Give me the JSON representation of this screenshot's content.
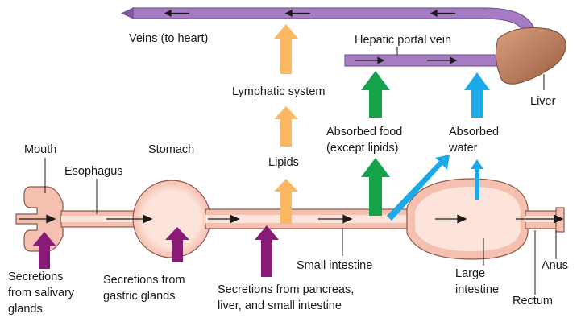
{
  "labels": {
    "veins": "Veins (to heart)",
    "hepatic_portal_vein": "Hepatic portal vein",
    "liver": "Liver",
    "lymphatic_system": "Lymphatic system",
    "absorbed_food_line1": "Absorbed food",
    "absorbed_food_line2": "(except lipids)",
    "absorbed_water_line1": "Absorbed",
    "absorbed_water_line2": "water",
    "lipids": "Lipids",
    "mouth": "Mouth",
    "esophagus": "Esophagus",
    "stomach": "Stomach",
    "small_intestine": "Small intestine",
    "anus": "Anus",
    "rectum": "Rectum",
    "large_intestine_line1": "Large",
    "large_intestine_line2": "intestine",
    "secretions_salivary_line1": "Secretions",
    "secretions_salivary_line2": "from salivary",
    "secretions_salivary_line3": "glands",
    "secretions_gastric_line1": "Secretions from",
    "secretions_gastric_line2": "gastric glands",
    "secretions_pancreas_line1": "Secretions from pancreas,",
    "secretions_pancreas_line2": "liver, and small intestine"
  },
  "colors": {
    "vessel": "#a57cc2",
    "vessel_edge": "#7d5a9c",
    "tract_outer": "#f5c0b0",
    "tract_inner": "#fde4da",
    "tract_edge": "#8a5a4c",
    "lipid_arrow": "#fbb860",
    "food_arrow": "#14a24a",
    "water_arrow": "#1ba9ea",
    "secretion_arrow": "#8a1a78",
    "liver": "#b97a5a"
  }
}
